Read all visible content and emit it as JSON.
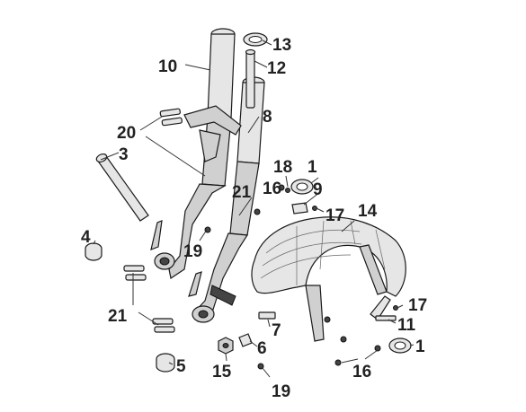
{
  "diagram": {
    "labels": [
      {
        "id": "l1a",
        "text": "1"
      },
      {
        "id": "l1b",
        "text": "1"
      },
      {
        "id": "l3",
        "text": "3"
      },
      {
        "id": "l4",
        "text": "4"
      },
      {
        "id": "l5",
        "text": "5"
      },
      {
        "id": "l6",
        "text": "6"
      },
      {
        "id": "l7",
        "text": "7"
      },
      {
        "id": "l8",
        "text": "8"
      },
      {
        "id": "l9",
        "text": "9"
      },
      {
        "id": "l10",
        "text": "10"
      },
      {
        "id": "l11",
        "text": "11"
      },
      {
        "id": "l12",
        "text": "12"
      },
      {
        "id": "l13",
        "text": "13"
      },
      {
        "id": "l14",
        "text": "14"
      },
      {
        "id": "l15",
        "text": "15"
      },
      {
        "id": "l16a",
        "text": "16"
      },
      {
        "id": "l16b",
        "text": "16"
      },
      {
        "id": "l17a",
        "text": "17"
      },
      {
        "id": "l17b",
        "text": "17"
      },
      {
        "id": "l18",
        "text": "18"
      },
      {
        "id": "l19a",
        "text": "19"
      },
      {
        "id": "l19b",
        "text": "19"
      },
      {
        "id": "l20",
        "text": "20"
      },
      {
        "id": "l21a",
        "text": "21"
      },
      {
        "id": "l21b",
        "text": "21"
      }
    ]
  }
}
